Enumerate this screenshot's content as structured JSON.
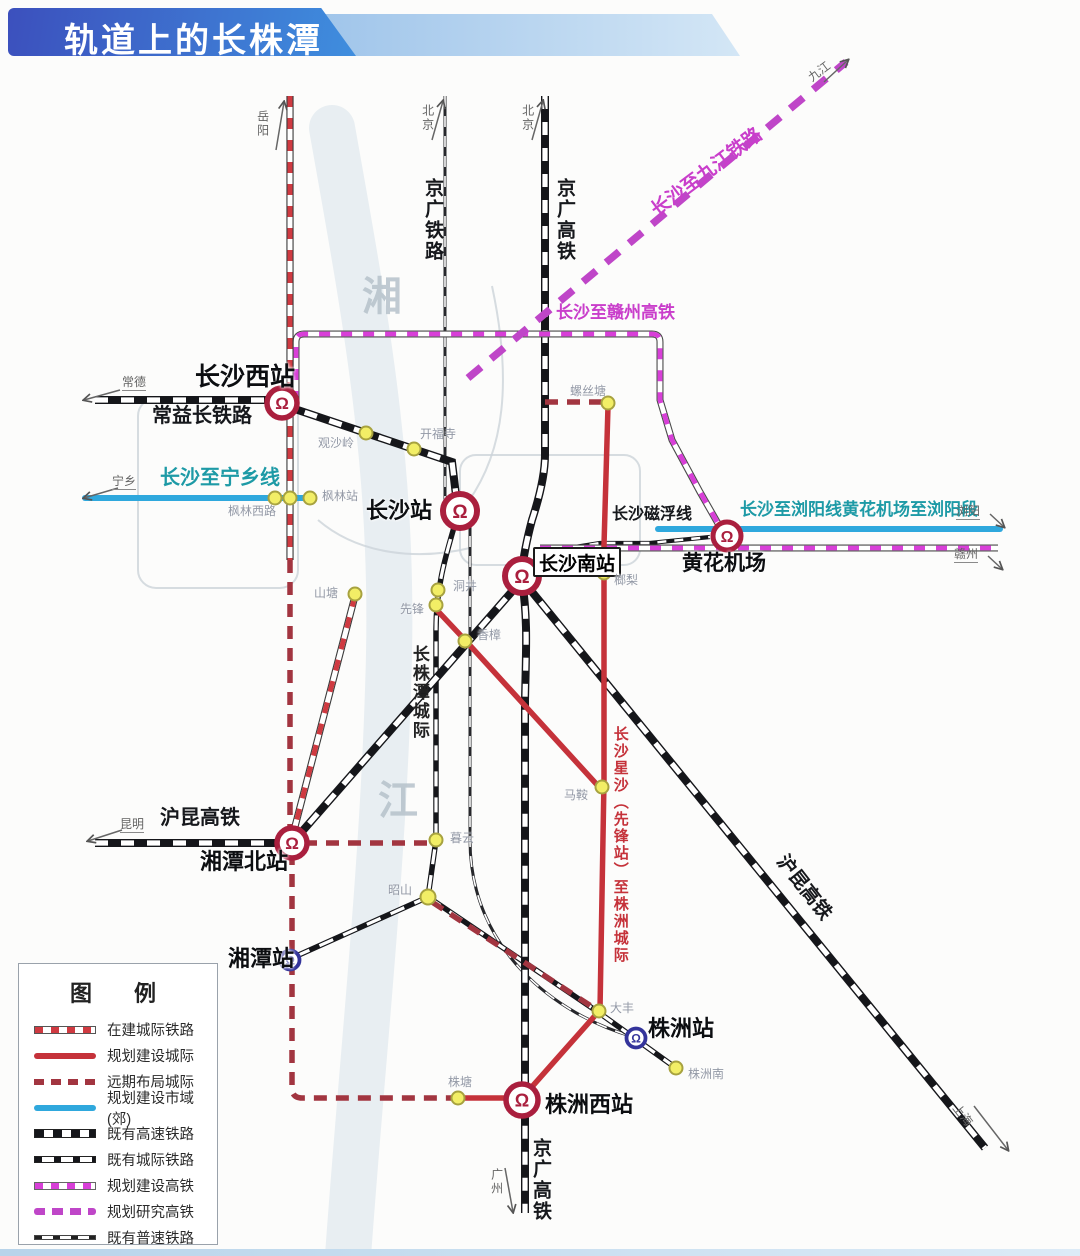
{
  "banner": {
    "title": "轨道上的长株潭"
  },
  "icons": {
    "railway_emblem_glyph": "Ω"
  },
  "colors": {
    "red_intercity": "#c5323a",
    "uc_red": "#cf3a41",
    "far_red": "#a23540",
    "suburban_blue": "#2fa8dd",
    "hsr_magenta": "#d83fd8",
    "research_magenta": "#bf46c8",
    "banner_blue": "#3c50bd"
  },
  "river": {
    "char1": "湘",
    "char2": "江"
  },
  "stations": {
    "major": {
      "changshaxi": "长沙西站",
      "changsha": "长沙站",
      "changshanan": "长沙南站",
      "huanghua": "黄花机场",
      "xiangtanbei": "湘潭北站",
      "xiangtan": "湘潭站",
      "zhuzhou": "株洲站",
      "zhuzhouxi": "株洲西站"
    },
    "minor": {
      "guanshaling": "观沙岭",
      "kaifusi": "开福寺",
      "fenglinxilu": "枫林西路",
      "fenglinzhan": "枫林站",
      "luositang": "螺丝塘",
      "langli": "榔梨",
      "dongjing": "洞井",
      "xianfeng": "先锋",
      "xiangzhang": "香樟",
      "shantang": "山塘",
      "muyun": "暮云",
      "zhaoshan": "昭山",
      "maan": "马鞍",
      "dafeng": "大丰",
      "zhutang": "株塘",
      "zhuzhounan": "株洲南"
    }
  },
  "lines": {
    "jingguang_railway": "京广铁路",
    "jingguang_hsr": "京广高铁",
    "jingguang_hsr_south": "京广高铁",
    "changjiujiang": "长沙至九江铁路",
    "changgan": "长沙至赣州高铁",
    "changningxiang": "长沙至宁乡线",
    "maglev": "长沙磁浮线",
    "changliuyang": "长沙至浏阳线黄花机场至浏阳段",
    "czt_intercity": "长株潭城际",
    "hukun_west": "沪昆高铁",
    "hukun_diag": "沪昆高铁",
    "changyichang": "常益长铁路",
    "xingsha_zhuzhou": "长沙星沙（先锋站）至株洲城际"
  },
  "directions": {
    "changde": "常德",
    "ningxiang": "宁乡",
    "kunming": "昆明",
    "beijing_a": "北京",
    "beijing_b": "北京",
    "jiujiang": "九江",
    "yueyang": "岳阳",
    "guangzhou": "广州",
    "shanghai": "上海",
    "liuyang": "浏阳",
    "ganzhou": "赣州"
  },
  "legend": {
    "title": "图　例",
    "items": [
      {
        "label": "在建城际铁路"
      },
      {
        "label": "规划建设城际"
      },
      {
        "label": "远期布局城际"
      },
      {
        "label": "规划建设市域(郊)"
      },
      {
        "label": "既有高速铁路"
      },
      {
        "label": "既有城际铁路"
      },
      {
        "label": "规划建设高铁"
      },
      {
        "label": "规划研究高铁"
      },
      {
        "label": "既有普速铁路"
      }
    ]
  }
}
